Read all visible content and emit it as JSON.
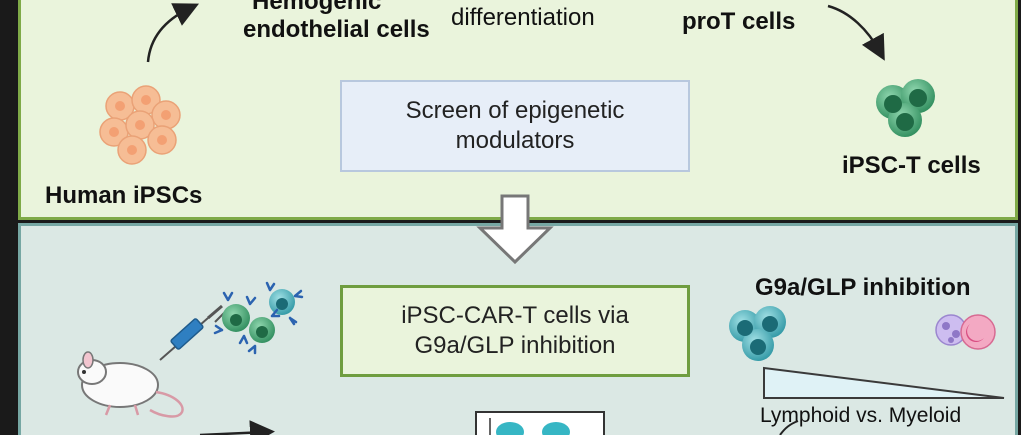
{
  "top_panel": {
    "hemogenic_line1": "Hemogenic",
    "hemogenic_line2": "endothelial cells",
    "differentiation": "differentiation",
    "prot_cells": "proT cells",
    "screen_box_line1": "Screen of epigenetic",
    "screen_box_line2": "modulators",
    "human_ipscs": "Human iPSCs",
    "ipsc_t_cells": "iPSC-T cells"
  },
  "bottom_panel": {
    "car_box_line1": "iPSC-CAR-T cells via",
    "car_box_line2": "G9a/GLP inhibition",
    "g9a_title": "G9a/GLP inhibition",
    "lymphoid_vs_myeloid": "Lymphoid vs. Myeloid"
  },
  "colors": {
    "top_bg": "#eaf4dc",
    "top_border": "#7faa48",
    "bottom_bg": "#dbe8e4",
    "bottom_border": "#76a7a3",
    "ipsc_cell": "#f4b58a",
    "t_cell": "#3aa06d",
    "blue_cell": "#3fa7b4",
    "purple_cell": "#b9a6e0",
    "pink_cell": "#e77da2"
  }
}
